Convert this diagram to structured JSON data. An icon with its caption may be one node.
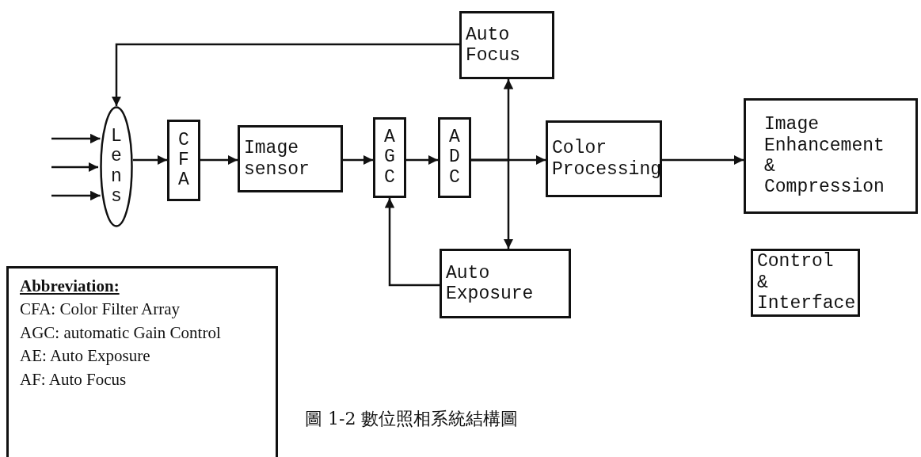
{
  "diagram": {
    "caption": "圖 1-2 數位照相系統結構圖",
    "nodes": [
      {
        "text": [
          "Lens"
        ]
      },
      {
        "text": [
          "CFA"
        ]
      },
      {
        "text": [
          "Image sensor"
        ]
      },
      {
        "text": [
          "AGC"
        ]
      },
      {
        "text": [
          "ADC"
        ]
      },
      {
        "text": [
          "Color Processing"
        ]
      },
      {
        "text": [
          "Image Enhancement & Compression"
        ]
      },
      {
        "text": [
          "Auto Focus"
        ]
      },
      {
        "text": [
          "Auto Exposure"
        ]
      },
      {
        "text": [
          "Control & Interface"
        ]
      },
      {
        "text": [
          "Abbreviation:",
          "CFA: Color Filter Array",
          "AGC: automatic Gain Control",
          "AE: Auto Exposure",
          "AF: Auto Focus"
        ]
      }
    ],
    "edges": [
      {
        "from": null,
        "to": 0,
        "arrow": "to"
      },
      {
        "from": null,
        "to": 0,
        "arrow": "to"
      },
      {
        "from": null,
        "to": 0,
        "arrow": "to"
      },
      {
        "from": 0,
        "to": 1,
        "arrow": "to"
      },
      {
        "from": 1,
        "to": 2,
        "arrow": "to"
      },
      {
        "from": 2,
        "to": 3,
        "arrow": "to"
      },
      {
        "from": 3,
        "to": 4,
        "arrow": "to"
      },
      {
        "from": 4,
        "to": 5,
        "arrow": "to"
      },
      {
        "from": 5,
        "to": 6,
        "arrow": "to"
      },
      {
        "from": 7,
        "to": 0,
        "arrow": "to"
      },
      {
        "from": 4,
        "to": 7,
        "arrow": "to"
      },
      {
        "from": 4,
        "to": 8,
        "arrow": "to"
      },
      {
        "from": 8,
        "to": 3,
        "arrow": "to"
      }
    ]
  }
}
